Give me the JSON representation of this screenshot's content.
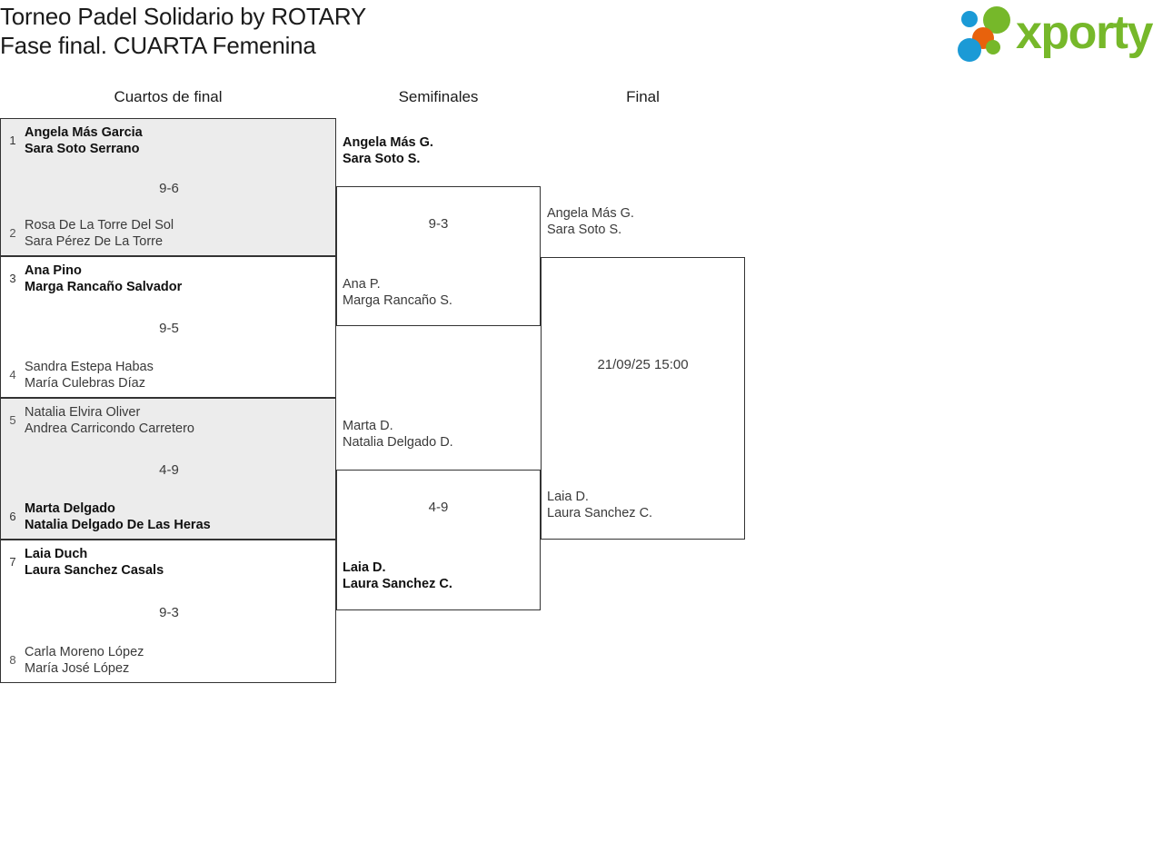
{
  "header": {
    "title_line_1": "Torneo Padel Solidario by ROTARY",
    "title_line_2": "Fase final. CUARTA Femenina",
    "logo_wordmark": "xporty",
    "logo_colors": {
      "green": "#76b82a",
      "blue": "#1b9ad6",
      "orange": "#e8620c"
    }
  },
  "rounds": [
    {
      "label": "Cuartos de final"
    },
    {
      "label": "Semifinales"
    },
    {
      "label": "Final"
    }
  ],
  "quarterfinals": [
    {
      "score": "9-6",
      "top": {
        "seed": "1",
        "player1": "Angela Más Garcia",
        "player2": "Sara Soto Serrano"
      },
      "bottom": {
        "seed": "2",
        "player1": "Rosa De La Torre Del Sol",
        "player2": "Sara Pérez De La Torre"
      }
    },
    {
      "score": "9-5",
      "top": {
        "seed": "3",
        "player1": "Ana Pino",
        "player2": "Marga Rancaño Salvador"
      },
      "bottom": {
        "seed": "4",
        "player1": "Sandra Estepa Habas",
        "player2": "María Culebras Díaz"
      }
    },
    {
      "score": "4-9",
      "top": {
        "seed": "5",
        "player1": "Natalia Elvira Oliver",
        "player2": "Andrea Carricondo Carretero"
      },
      "bottom": {
        "seed": "6",
        "player1": "Marta Delgado",
        "player2": "Natalia Delgado De Las Heras"
      }
    },
    {
      "score": "9-3",
      "top": {
        "seed": "7",
        "player1": "Laia Duch",
        "player2": "Laura Sanchez Casals"
      },
      "bottom": {
        "seed": "8",
        "player1": "Carla Moreno López",
        "player2": "María José López"
      }
    }
  ],
  "semifinals": [
    {
      "score": "9-3",
      "top": {
        "player1": "Angela Más G.",
        "player2": "Sara Soto S."
      },
      "bottom": {
        "player1": "Ana P.",
        "player2": "Marga Rancaño S."
      }
    },
    {
      "score": "4-9",
      "top": {
        "player1": "Marta D.",
        "player2": "Natalia Delgado D."
      },
      "bottom": {
        "player1": "Laia D.",
        "player2": "Laura Sanchez C."
      }
    }
  ],
  "final": {
    "schedule": "21/09/25 15:00",
    "top": {
      "player1": "Angela Más G.",
      "player2": "Sara Soto S."
    },
    "bottom": {
      "player1": "Laia D.",
      "player2": "Laura Sanchez C."
    }
  }
}
